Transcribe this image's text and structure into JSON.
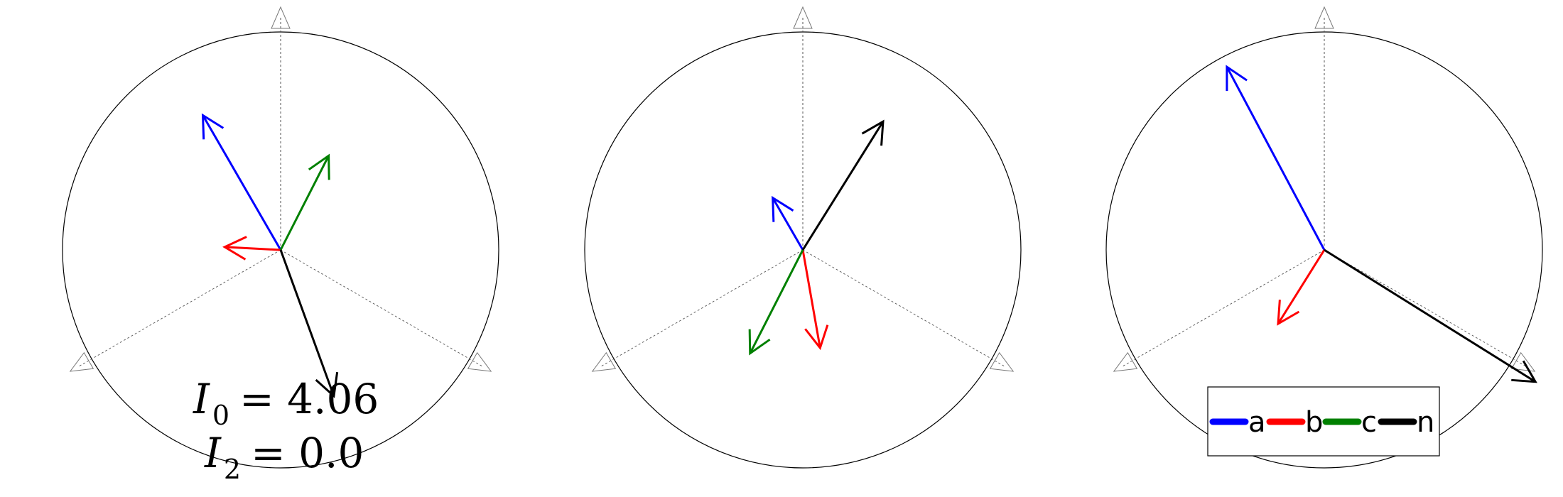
{
  "colors": {
    "a": "#0000ff",
    "b": "#ff0000",
    "c": "#008000",
    "n": "#000000"
  },
  "panels": [
    {
      "label": "left",
      "phasors": [
        {
          "name": "a",
          "magnitude": 0.75,
          "angle_deg": 120
        },
        {
          "name": "b",
          "magnitude": 0.27,
          "angle_deg": 177
        },
        {
          "name": "c",
          "magnitude": 0.51,
          "angle_deg": 63
        },
        {
          "name": "n",
          "magnitude": 0.75,
          "angle_deg": -70
        }
      ],
      "annotation": {
        "line1_symbol": "I",
        "line1_sub": "0",
        "line1_value": "= 4.06",
        "line2_symbol": "I",
        "line2_sub": "2",
        "line2_value": "= 0.0"
      }
    },
    {
      "label": "center",
      "phasors": [
        {
          "name": "a",
          "magnitude": 0.29,
          "angle_deg": 120
        },
        {
          "name": "b",
          "magnitude": 0.48,
          "angle_deg": -80
        },
        {
          "name": "c",
          "magnitude": 0.56,
          "angle_deg": -117
        },
        {
          "name": "n",
          "magnitude": 0.73,
          "angle_deg": 58
        }
      ]
    },
    {
      "label": "right",
      "phasors": [
        {
          "name": "a",
          "magnitude": 1.0,
          "angle_deg": 118
        },
        {
          "name": "b",
          "magnitude": 0.42,
          "angle_deg": -122
        },
        {
          "name": "c",
          "magnitude": 0.0,
          "angle_deg": 0
        },
        {
          "name": "n",
          "magnitude": 1.2,
          "angle_deg": -32
        }
      ]
    }
  ],
  "legend": {
    "entries": [
      {
        "key": "a",
        "label": "a"
      },
      {
        "key": "b",
        "label": "b"
      },
      {
        "key": "c",
        "label": "c"
      },
      {
        "key": "n",
        "label": "n"
      }
    ]
  }
}
